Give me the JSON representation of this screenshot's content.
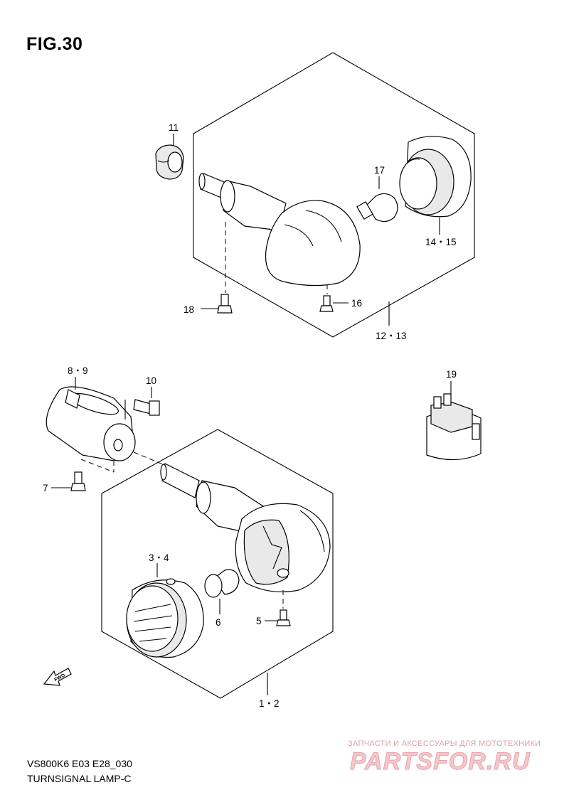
{
  "figure": {
    "title": "FIG.30"
  },
  "labels": {
    "p11": "11",
    "p17": "17",
    "p14_15": "14・15",
    "p18": "18",
    "p16": "16",
    "p12_13": "12・13",
    "p8_9": "8・9",
    "p10": "10",
    "p19": "19",
    "p7": "7",
    "p3_4": "3・4",
    "p6": "6",
    "p5": "5",
    "p1_2": "1・2",
    "fwd": "FWD"
  },
  "footer": {
    "model_code": "VS800K6 E03 E28_030",
    "part_name": "TURNSIGNAL LAMP-C"
  },
  "watermark": {
    "tagline": "ЗАПЧАСТИ И АКСЕССУАРЫ ДЛЯ МОТОТЕХНИКИ",
    "brand": "PARTSFOR.RU"
  }
}
